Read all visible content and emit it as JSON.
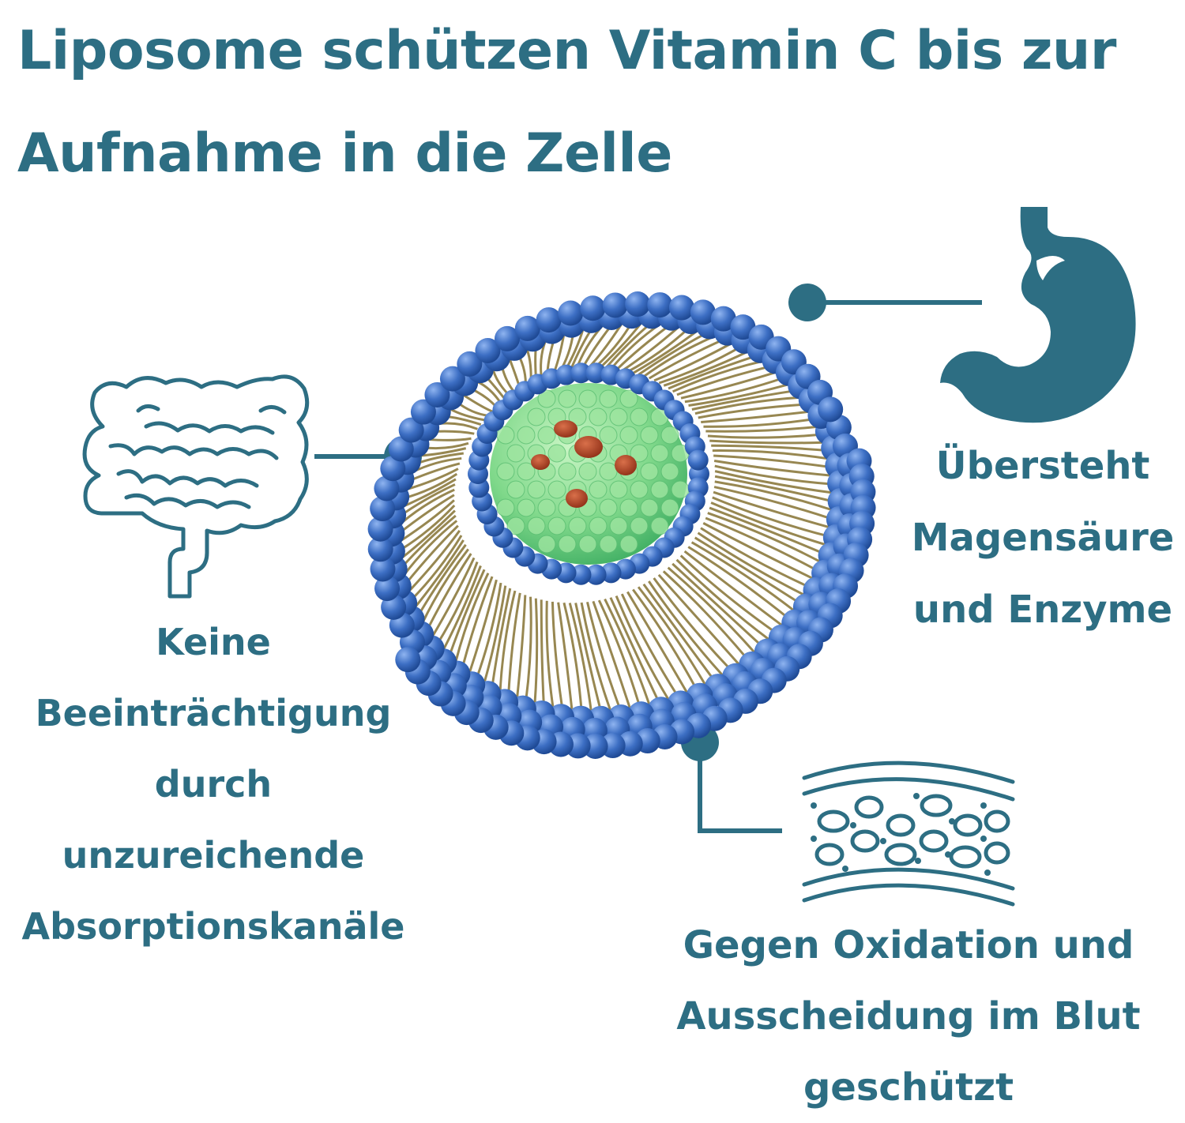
{
  "title": {
    "line1": "Liposome schützen Vitamin C bis zur",
    "line2": "Aufnahme in die Zelle"
  },
  "colors": {
    "accent": "#2d6e83",
    "membrane_heads": "#3d6fc4",
    "lipid_tails": "#8c7a3e",
    "core": "#7fd88a",
    "vitamin_particles": "#b5482a"
  },
  "icons": {
    "intestine": "intestine-icon",
    "stomach": "stomach-icon",
    "blood": "blood-vessel-icon",
    "liposome": "liposome-illustration"
  },
  "labels": {
    "intestine": [
      "Keine",
      "Beeinträchtigung",
      "durch",
      "unzureichende",
      "Absorptionskanäle"
    ],
    "stomach": [
      "Übersteht",
      "Magensäure",
      "und Enzyme"
    ],
    "blood": [
      "Gegen Oxidation und",
      "Ausscheidung im Blut",
      "geschützt"
    ]
  }
}
